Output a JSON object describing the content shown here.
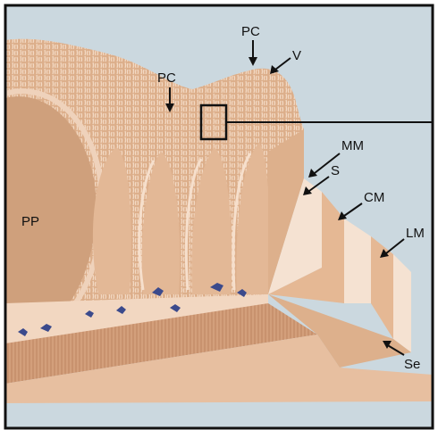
{
  "figure": {
    "labels": {
      "pp": "PP",
      "pc_top": "PC",
      "pc_left": "PC",
      "v": "V",
      "mm": "MM",
      "s": "S",
      "cm": "CM",
      "lm": "LM",
      "se": "Se"
    },
    "colors": {
      "background": "#cbd8df",
      "frame": "#111111",
      "mucosa": "#d9ab86",
      "mucosa_light": "#ebcaae",
      "patch": "#cfa07c",
      "submucosa": "#f2d7c1",
      "muscle": "#d39f7b",
      "muscle_stripe": "#bd8562",
      "layer_light": "#f5e2d2",
      "cells": "#3b4a8c"
    }
  }
}
